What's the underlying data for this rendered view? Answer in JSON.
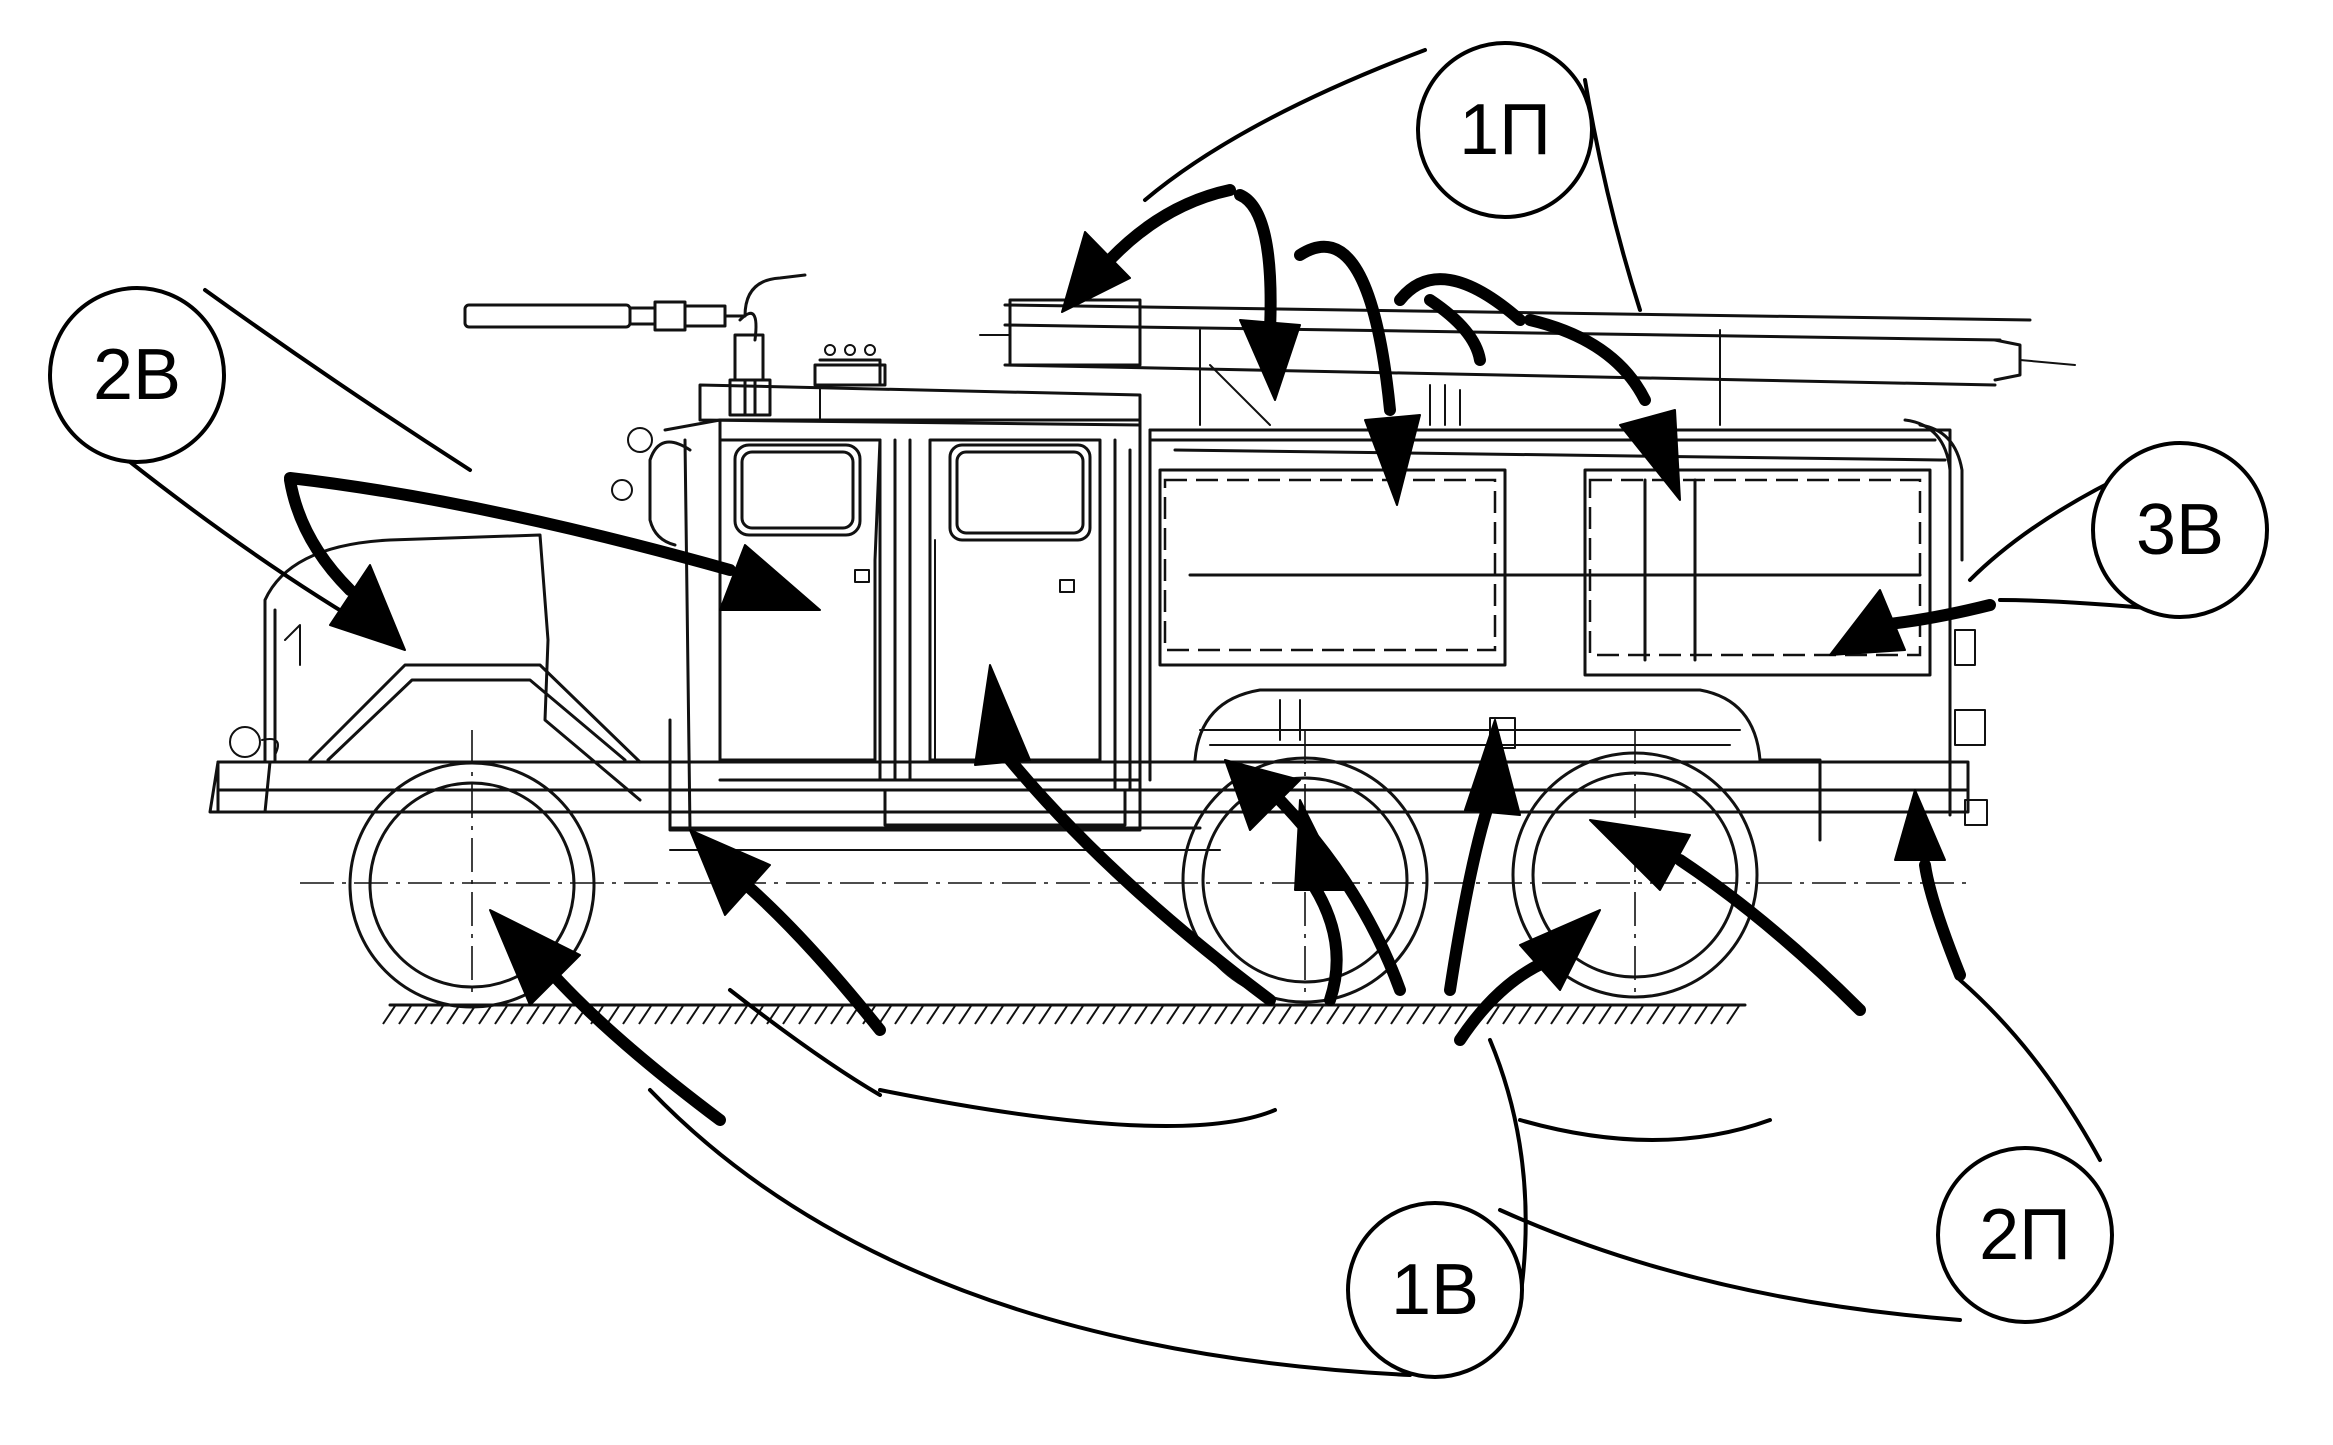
{
  "figure": {
    "callouts": [
      {
        "id": "1p",
        "text": "1П"
      },
      {
        "id": "2v",
        "text": "2В"
      },
      {
        "id": "3v",
        "text": "3В"
      },
      {
        "id": "1v",
        "text": "1В"
      },
      {
        "id": "2p",
        "text": "2П"
      }
    ]
  }
}
